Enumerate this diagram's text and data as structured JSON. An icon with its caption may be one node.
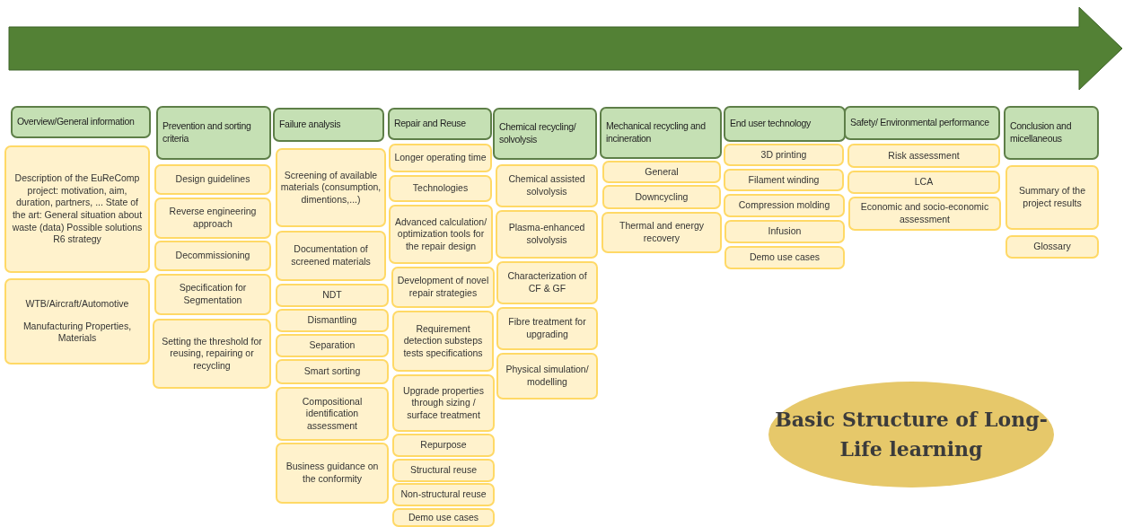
{
  "diagram": {
    "nodes": [
      {
        "text": [
          "Overview/General information"
        ]
      },
      {
        "text": [
          "Description of the EuReComp project: motivation, aim, duration, partners, ... State of the art: General situation about waste (data) Possible solutions R6 strategy"
        ]
      },
      {
        "text": [
          "WTB/Aircraft/Automotive",
          "Manufacturing Properties, Materials"
        ]
      },
      {
        "text": [
          "Prevention and sorting criteria"
        ]
      },
      {
        "text": [
          "Design guidelines"
        ]
      },
      {
        "text": [
          "Reverse engineering approach"
        ]
      },
      {
        "text": [
          "Decommissioning"
        ]
      },
      {
        "text": [
          "Specification for Segmentation"
        ]
      },
      {
        "text": [
          "Setting the threshold for reusing, repairing or recycling"
        ]
      },
      {
        "text": [
          "Failure analysis"
        ]
      },
      {
        "text": [
          "Screening of available materials (consumption, dimentions,...)"
        ]
      },
      {
        "text": [
          "Documentation of screened materials"
        ]
      },
      {
        "text": [
          "NDT"
        ]
      },
      {
        "text": [
          "Dismantling"
        ]
      },
      {
        "text": [
          "Separation"
        ]
      },
      {
        "text": [
          "Smart sorting"
        ]
      },
      {
        "text": [
          "Compositional identification assessment"
        ]
      },
      {
        "text": [
          "Business guidance on the conformity"
        ]
      },
      {
        "text": [
          "Repair and Reuse"
        ]
      },
      {
        "text": [
          "Longer operating time"
        ]
      },
      {
        "text": [
          "Technologies"
        ]
      },
      {
        "text": [
          "Advanced calculation/ optimization tools for the repair design"
        ]
      },
      {
        "text": [
          "Development of novel repair strategies"
        ]
      },
      {
        "text": [
          "Requirement detection substeps tests specifications"
        ]
      },
      {
        "text": [
          "Upgrade properties through sizing / surface treatment"
        ]
      },
      {
        "text": [
          "Repurpose"
        ]
      },
      {
        "text": [
          "Structural reuse"
        ]
      },
      {
        "text": [
          "Non-structural reuse"
        ]
      },
      {
        "text": [
          "Demo use cases"
        ]
      },
      {
        "text": [
          "Chemical recycling/ solvolysis"
        ]
      },
      {
        "text": [
          "Chemical assisted solvolysis"
        ]
      },
      {
        "text": [
          "Plasma-enhanced solvolysis"
        ]
      },
      {
        "text": [
          "Characterization of CF & GF"
        ]
      },
      {
        "text": [
          "Fibre treatment for upgrading"
        ]
      },
      {
        "text": [
          "Physical simulation/ modelling"
        ]
      },
      {
        "text": [
          "Mechanical recycling and incineration"
        ]
      },
      {
        "text": [
          "General"
        ]
      },
      {
        "text": [
          "Downcycling"
        ]
      },
      {
        "text": [
          "Thermal and energy recovery"
        ]
      },
      {
        "text": [
          "End user technology"
        ]
      },
      {
        "text": [
          "3D printing"
        ]
      },
      {
        "text": [
          "Filament winding"
        ]
      },
      {
        "text": [
          "Compression molding"
        ]
      },
      {
        "text": [
          "Infusion"
        ]
      },
      {
        "text": [
          "Demo use cases"
        ]
      },
      {
        "text": [
          "Safety/ Environmental performance"
        ]
      },
      {
        "text": [
          "Risk assessment"
        ]
      },
      {
        "text": [
          "LCA"
        ]
      },
      {
        "text": [
          "Economic and socio-economic assessment"
        ]
      },
      {
        "text": [
          "Conclusion and micellaneous"
        ]
      },
      {
        "text": [
          "Summary of the project results"
        ]
      },
      {
        "text": [
          "Glossary"
        ]
      },
      {
        "text": [
          "Basic Structure of Long-Life learning"
        ]
      }
    ]
  }
}
